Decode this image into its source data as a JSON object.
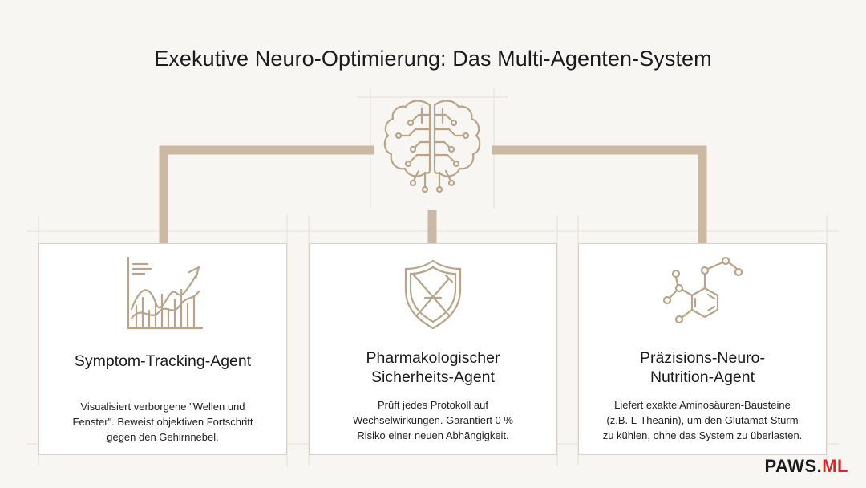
{
  "title": "Exekutive Neuro-Optimierung: Das Multi-Agenten-System",
  "center_icon": "brain-circuit-icon",
  "colors": {
    "connector": "#cbb9a3",
    "icon_stroke": "#b8a48a",
    "guide_lines": "#e3ddd3",
    "card_border": "#d8d1c6",
    "brand_accent": "#d9252b"
  },
  "agents": [
    {
      "icon": "trend-chart-icon",
      "title_lines": [
        "Symptom-Tracking-Agent"
      ],
      "description_lines": [
        "Visualisiert verborgene \"Wellen und",
        "Fenster\". Beweist objektiven Fortschritt",
        "gegen den Gehirnnebel."
      ]
    },
    {
      "icon": "shield-cross-icon",
      "title_lines": [
        "Pharmakologischer",
        "Sicherheits-Agent"
      ],
      "description_lines": [
        "Prüft jedes Protokoll auf",
        "Wechselwirkungen. Garantiert 0 %",
        "Risiko einer neuen Abhängigkeit."
      ]
    },
    {
      "icon": "molecule-icon",
      "title_lines": [
        "Präzisions-Neuro-",
        "Nutrition-Agent"
      ],
      "description_lines": [
        "Liefert exakte Aminosäuren-Bausteine",
        "(z.B. L-Theanin), um den Glutamat-Sturm",
        "zu kühlen, ohne das System zu überlasten."
      ]
    }
  ],
  "brand": {
    "prefix": "PAWS.",
    "suffix": "ML"
  }
}
